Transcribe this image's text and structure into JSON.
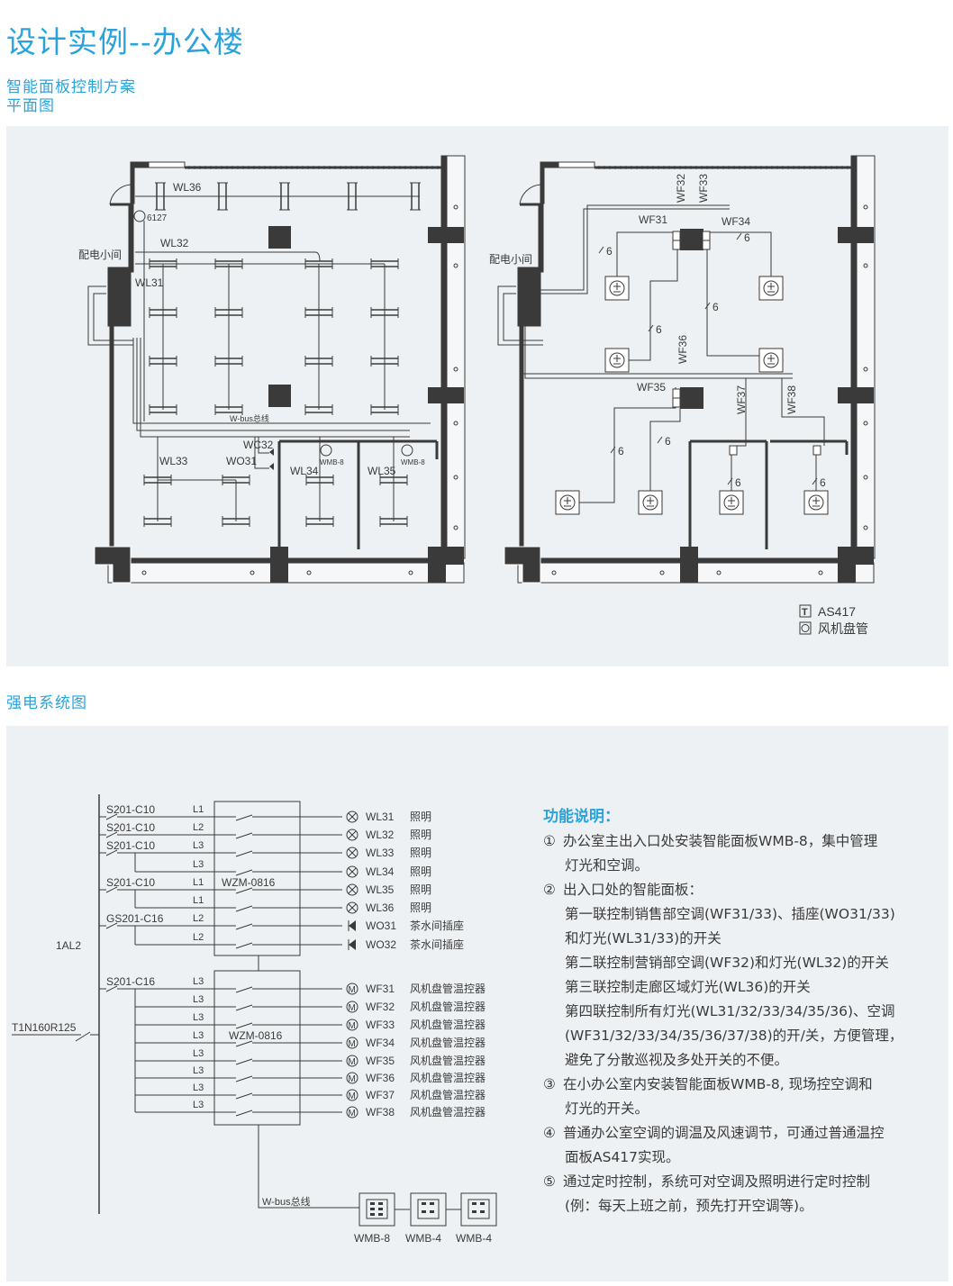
{
  "title": "设计实例--办公楼",
  "subtitle1": "智能面板控制方案",
  "subtitle2": "平面图",
  "section2_title": "强电系统图",
  "colors": {
    "accent": "#2aa3dc",
    "panel_bg": "#eef1f3",
    "line": "#3a3a3a"
  },
  "plan1": {
    "room_label": "配电小间",
    "labels": [
      "WL36",
      "6127",
      "WL32",
      "WL31",
      "W-bus总线",
      "WC32",
      "WO31",
      "WL33",
      "WL34",
      "WL35",
      "WMB-8",
      "WMB-8"
    ]
  },
  "plan2": {
    "room_label": "配电小间",
    "labels": [
      "WF32",
      "WF33",
      "WF31",
      "WF34",
      "WF36",
      "WF35",
      "WF37",
      "WF38"
    ],
    "wire_count": "6",
    "legend": [
      {
        "icon": "thermostat-t-icon",
        "label": "AS417"
      },
      {
        "icon": "fan-coil-icon",
        "label": "风机盘管"
      }
    ]
  },
  "system": {
    "feeder_breaker": "T1N160R125",
    "panel_name": "1AL2",
    "module1": "WZM-0816",
    "module2": "WZM-0816",
    "bus_label": "W-bus总线",
    "lighting": [
      {
        "breaker": "S201-C10",
        "phase": "L1",
        "id": "WL31",
        "desc": "照明",
        "load": "lamp"
      },
      {
        "breaker": "S201-C10",
        "phase": "L2",
        "id": "WL32",
        "desc": "照明",
        "load": "lamp"
      },
      {
        "breaker": "S201-C10",
        "phase": "L3",
        "id": "WL33",
        "desc": "照明",
        "load": "lamp"
      },
      {
        "breaker": "",
        "phase": "L3",
        "id": "WL34",
        "desc": "照明",
        "load": "lamp"
      },
      {
        "breaker": "S201-C10",
        "phase": "L1",
        "id": "WL35",
        "desc": "照明",
        "load": "lamp"
      },
      {
        "breaker": "",
        "phase": "L1",
        "id": "WL36",
        "desc": "照明",
        "load": "lamp"
      },
      {
        "breaker": "GS201-C16",
        "phase": "L2",
        "id": "WO31",
        "desc": "茶水间插座",
        "load": "socket"
      },
      {
        "breaker": "",
        "phase": "L2",
        "id": "WO32",
        "desc": "茶水间插座",
        "load": "socket"
      }
    ],
    "fans": [
      {
        "breaker": "S201-C16",
        "phase": "L3",
        "id": "WF31",
        "desc": "风机盘管温控器"
      },
      {
        "breaker": "",
        "phase": "L3",
        "id": "WF32",
        "desc": "风机盘管温控器"
      },
      {
        "breaker": "",
        "phase": "L3",
        "id": "WF33",
        "desc": "风机盘管温控器"
      },
      {
        "breaker": "",
        "phase": "L3",
        "id": "WF34",
        "desc": "风机盘管温控器"
      },
      {
        "breaker": "",
        "phase": "L3",
        "id": "WF35",
        "desc": "风机盘管温控器"
      },
      {
        "breaker": "",
        "phase": "L3",
        "id": "WF36",
        "desc": "风机盘管温控器"
      },
      {
        "breaker": "",
        "phase": "L3",
        "id": "WF37",
        "desc": "风机盘管温控器"
      },
      {
        "breaker": "",
        "phase": "L3",
        "id": "WF38",
        "desc": "风机盘管温控器"
      }
    ],
    "motor_symbol": "M",
    "panels": [
      "WMB-8",
      "WMB-4",
      "WMB-4"
    ]
  },
  "functions": {
    "title": "功能说明：",
    "lines": [
      {
        "num": "①",
        "text": "办公室主出入口处安装智能面板WMB-8，集中管理"
      },
      {
        "num": "",
        "text": "灯光和空调。"
      },
      {
        "num": "②",
        "text": "出入口处的智能面板："
      },
      {
        "num": "",
        "text": "第一联控制销售部空调(WF31/33)、插座(WO31/33)"
      },
      {
        "num": "",
        "text": "和灯光(WL31/33)的开关"
      },
      {
        "num": "",
        "text": "第二联控制营销部空调(WF32)和灯光(WL32)的开关"
      },
      {
        "num": "",
        "text": "第三联控制走廊区域灯光(WL36)的开关"
      },
      {
        "num": "",
        "text": "第四联控制所有灯光(WL31/32/33/34/35/36)、空调"
      },
      {
        "num": "",
        "text": "(WF31/32/33/34/35/36/37/38)的开/关，方便管理，"
      },
      {
        "num": "",
        "text": "避免了分散巡视及多处开关的不便。"
      },
      {
        "num": "③",
        "text": "在小办公室内安装智能面板WMB-8, 现场控空调和"
      },
      {
        "num": "",
        "text": "灯光的开关。"
      },
      {
        "num": "④",
        "text": "普通办公室空调的调温及风速调节，可通过普通温控"
      },
      {
        "num": "",
        "text": "面板AS417实现。"
      },
      {
        "num": "⑤",
        "text": "通过定时控制，系统可对空调及照明进行定时控制"
      },
      {
        "num": "",
        "text": "(例：每天上班之前，预先打开空调等)。"
      }
    ]
  }
}
